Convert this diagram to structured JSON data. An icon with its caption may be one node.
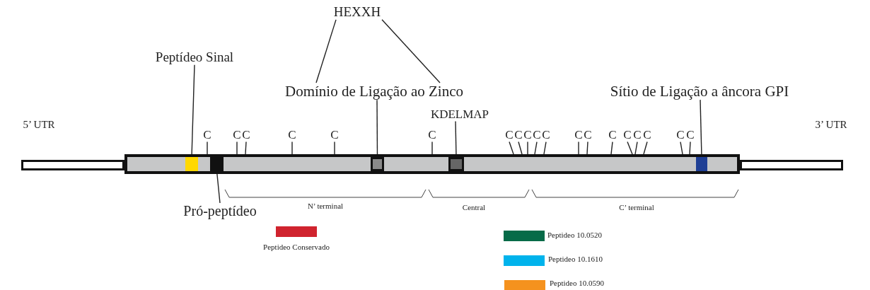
{
  "diagram": {
    "nodes": [
      {
        "text": [
          "HEXXH"
        ]
      },
      {
        "text": [
          "Peptídeo Sinal"
        ]
      },
      {
        "text": [
          "Domínio de Ligação ao Zinco"
        ]
      },
      {
        "text": [
          "Sítio de Ligação a âncora GPI"
        ]
      },
      {
        "text": [
          "KDELMAP"
        ]
      },
      {
        "text": [
          "C"
        ]
      },
      {
        "text": [
          "C"
        ]
      },
      {
        "text": [
          "C"
        ]
      },
      {
        "text": [
          "C"
        ]
      },
      {
        "text": [
          "C"
        ]
      },
      {
        "text": [
          "C"
        ]
      },
      {
        "text": [
          "C"
        ]
      },
      {
        "text": [
          "C"
        ]
      },
      {
        "text": [
          "C"
        ]
      },
      {
        "text": [
          "C"
        ]
      },
      {
        "text": [
          "C"
        ]
      },
      {
        "text": [
          "C"
        ]
      },
      {
        "text": [
          "C"
        ]
      },
      {
        "text": [
          "C"
        ]
      },
      {
        "text": [
          "C"
        ]
      },
      {
        "text": [
          "C"
        ]
      },
      {
        "text": [
          "C"
        ]
      },
      {
        "text": [
          "C"
        ]
      },
      {
        "text": [
          "C"
        ]
      },
      {
        "text": [],
        "shape": "bar"
      },
      {
        "text": [],
        "shape": "box",
        "in": 24
      },
      {
        "text": [],
        "shape": "box",
        "in": 24
      },
      {
        "text": [],
        "shape": "box",
        "in": 24
      },
      {
        "text": [],
        "shape": "box",
        "in": 24
      },
      {
        "text": [],
        "shape": "box",
        "in": 24
      },
      {
        "text": [
          "Pró-peptídeo"
        ]
      },
      {
        "text": [],
        "shape": "bar"
      },
      {
        "text": [],
        "shape": "bar"
      }
    ],
    "edges": [
      {
        "from": 0,
        "to": 2,
        "arrow": "none"
      },
      {
        "from": 0,
        "to": 2,
        "arrow": "none"
      },
      {
        "from": 1,
        "to": 25,
        "arrow": "none"
      },
      {
        "from": 2,
        "to": 27,
        "arrow": "none"
      },
      {
        "from": 3,
        "to": 29,
        "arrow": "none"
      },
      {
        "from": 4,
        "to": 28,
        "arrow": "none"
      },
      {
        "from": 5,
        "to": 24,
        "arrow": "none"
      },
      {
        "from": 6,
        "to": 24,
        "arrow": "none"
      },
      {
        "from": 7,
        "to": 24,
        "arrow": "none"
      },
      {
        "from": 8,
        "to": 24,
        "arrow": "none"
      },
      {
        "from": 9,
        "to": 24,
        "arrow": "none"
      },
      {
        "from": 10,
        "to": 24,
        "arrow": "none"
      },
      {
        "from": 11,
        "to": 24,
        "arrow": "none"
      },
      {
        "from": 12,
        "to": 24,
        "arrow": "none"
      },
      {
        "from": 13,
        "to": 24,
        "arrow": "none"
      },
      {
        "from": 14,
        "to": 24,
        "arrow": "none"
      },
      {
        "from": 15,
        "to": 24,
        "arrow": "none"
      },
      {
        "from": 16,
        "to": 24,
        "arrow": "none"
      },
      {
        "from": 17,
        "to": 24,
        "arrow": "none"
      },
      {
        "from": 18,
        "to": 24,
        "arrow": "none"
      },
      {
        "from": 19,
        "to": 24,
        "arrow": "none"
      },
      {
        "from": 20,
        "to": 24,
        "arrow": "none"
      },
      {
        "from": 21,
        "to": 24,
        "arrow": "none"
      },
      {
        "from": 22,
        "to": 24,
        "arrow": "none"
      },
      {
        "from": 23,
        "to": 24,
        "arrow": "none"
      },
      {
        "from": 30,
        "to": 26,
        "arrow": "none"
      }
    ],
    "labels": [
      "5’ UTR",
      "3’ UTR",
      "N’ terminal",
      "Central",
      "C’ terminal"
    ],
    "legend": [
      {
        "text": "Peptideo Conservado",
        "color": "#d0232e"
      },
      {
        "text": "Peptideo 10.0520",
        "color": "#066b48"
      },
      {
        "text": "Peptideo 10.1610",
        "color": "#00b3ec"
      },
      {
        "text": "Peptideo 10.0590",
        "color": "#f5921e"
      }
    ]
  }
}
